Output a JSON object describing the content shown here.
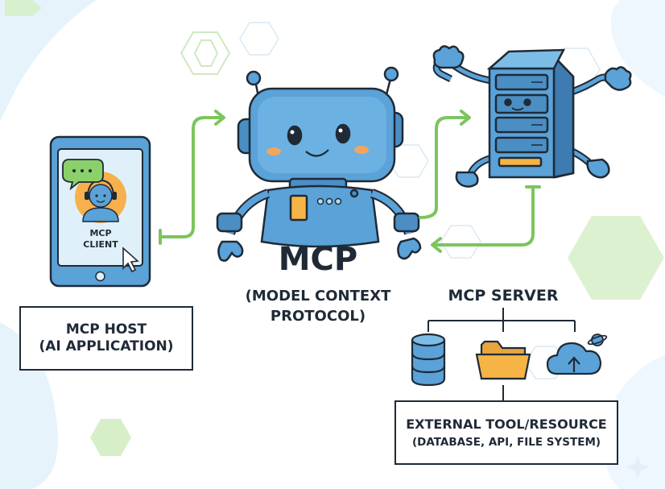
{
  "diagram": {
    "phone": {
      "label_line1": "MCP",
      "label_line2": "CLIENT"
    },
    "host": {
      "line1": "MCP HOST",
      "line2": "(AI APPLICATION)"
    },
    "center": {
      "title": "MCP",
      "subtitle_line1": "(MODEL CONTEXT",
      "subtitle_line2": "PROTOCOL)"
    },
    "server": {
      "title": "MCP SERVER"
    },
    "resource": {
      "line1": "EXTERNAL TOOL/RESOURCE",
      "line2": "(DATABASE, API, FILE SYSTEM)"
    },
    "icons": [
      "chat-bubble-icon",
      "headset-avatar-icon",
      "cursor-icon",
      "database-icon",
      "folder-icon",
      "cloud-upload-icon",
      "planet-icon"
    ],
    "colors": {
      "robot_blue": "#5aa2d8",
      "outline": "#1f2a36",
      "arrow_green": "#7cc55e",
      "accent_orange": "#f5b445",
      "cheek": "#f3a65b",
      "phone_screen": "#dff0fb",
      "hex_green": "#d6efc8"
    }
  }
}
